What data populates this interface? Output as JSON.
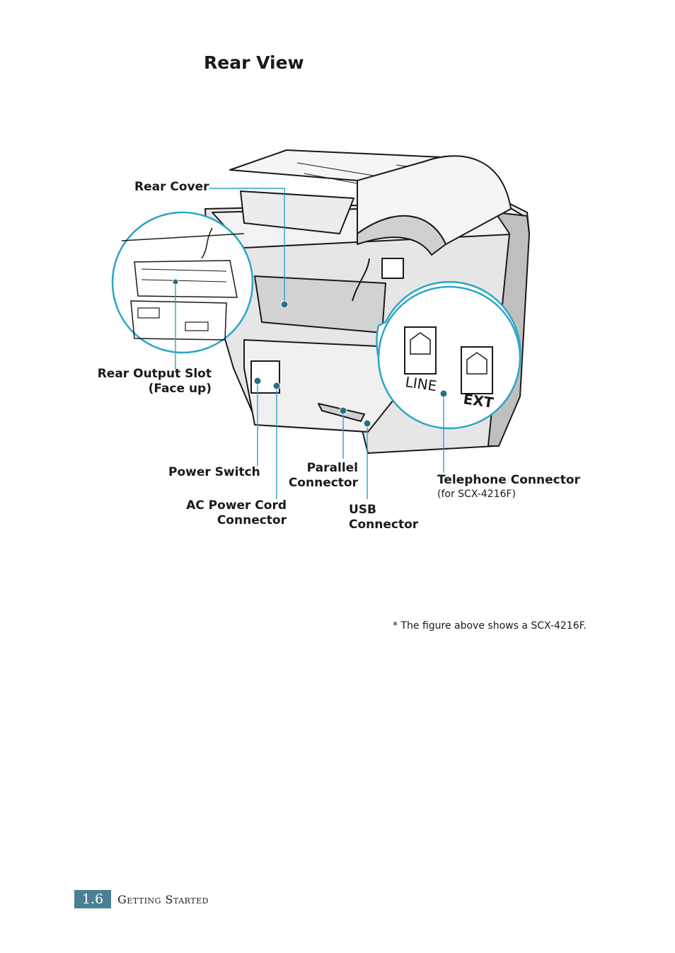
{
  "page": {
    "title": "Rear View",
    "note": "* The figure above shows a SCX-4216F.",
    "footer": {
      "page_number": "1.6",
      "section": "Getting Started"
    }
  },
  "callouts": {
    "rear_cover": "Rear Cover",
    "rear_output_slot_line1": "Rear Output Slot",
    "rear_output_slot_line2": "(Face up)",
    "power_switch": "Power Switch",
    "ac_power_line1": "AC Power Cord",
    "ac_power_line2": "Connector",
    "parallel_line1": "Parallel",
    "parallel_line2": "Connector",
    "usb_line1": "USB",
    "usb_line2": "Connector",
    "telephone": "Telephone Connector",
    "telephone_note": "(for SCX-4216F)"
  },
  "figure": {
    "jack_line": "LINE",
    "jack_ext": "EXT",
    "colors": {
      "callout": "#2aa5c8",
      "body": "#f2f2f2",
      "shade": "#c9c9c9",
      "outline": "#1a1a1a"
    }
  }
}
